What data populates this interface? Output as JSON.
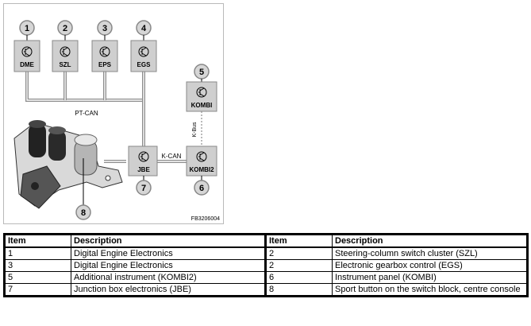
{
  "diagram": {
    "code": "FB3206004",
    "buses": {
      "pt_can": "PT-CAN",
      "k_can": "K-CAN",
      "k_bus": "K-Bus"
    },
    "units": [
      {
        "id": "dme",
        "number": "1",
        "label": "DME"
      },
      {
        "id": "szl",
        "number": "2",
        "label": "SZL"
      },
      {
        "id": "eps",
        "number": "3",
        "label": "EPS"
      },
      {
        "id": "egs",
        "number": "4",
        "label": "EGS"
      },
      {
        "id": "kombi",
        "number": "5",
        "label": "KOMBI"
      },
      {
        "id": "kombi2",
        "number": "6",
        "label": "KOMBI2"
      },
      {
        "id": "jbe",
        "number": "7",
        "label": "JBE"
      }
    ],
    "component_number": "8"
  },
  "table": {
    "headers": [
      "Item",
      "Description",
      "Item",
      "Description"
    ],
    "rows": [
      [
        "1",
        "Digital Engine Electronics",
        "2",
        "Steering-column switch cluster (SZL)"
      ],
      [
        "3",
        "Digital Engine Electronics",
        "2",
        "Electronic gearbox control (EGS)"
      ],
      [
        "5",
        "Additional instrument (KOMBI2)",
        "6",
        "Instrument panel (KOMBI)"
      ],
      [
        "7",
        "Junction box electronics (JBE)",
        "8",
        "Sport button on the switch block, centre console"
      ]
    ]
  },
  "colors": {
    "frame": "#b9b9b9",
    "unit_fill": "#cfcfcf",
    "bus": "#8c8c8c"
  }
}
